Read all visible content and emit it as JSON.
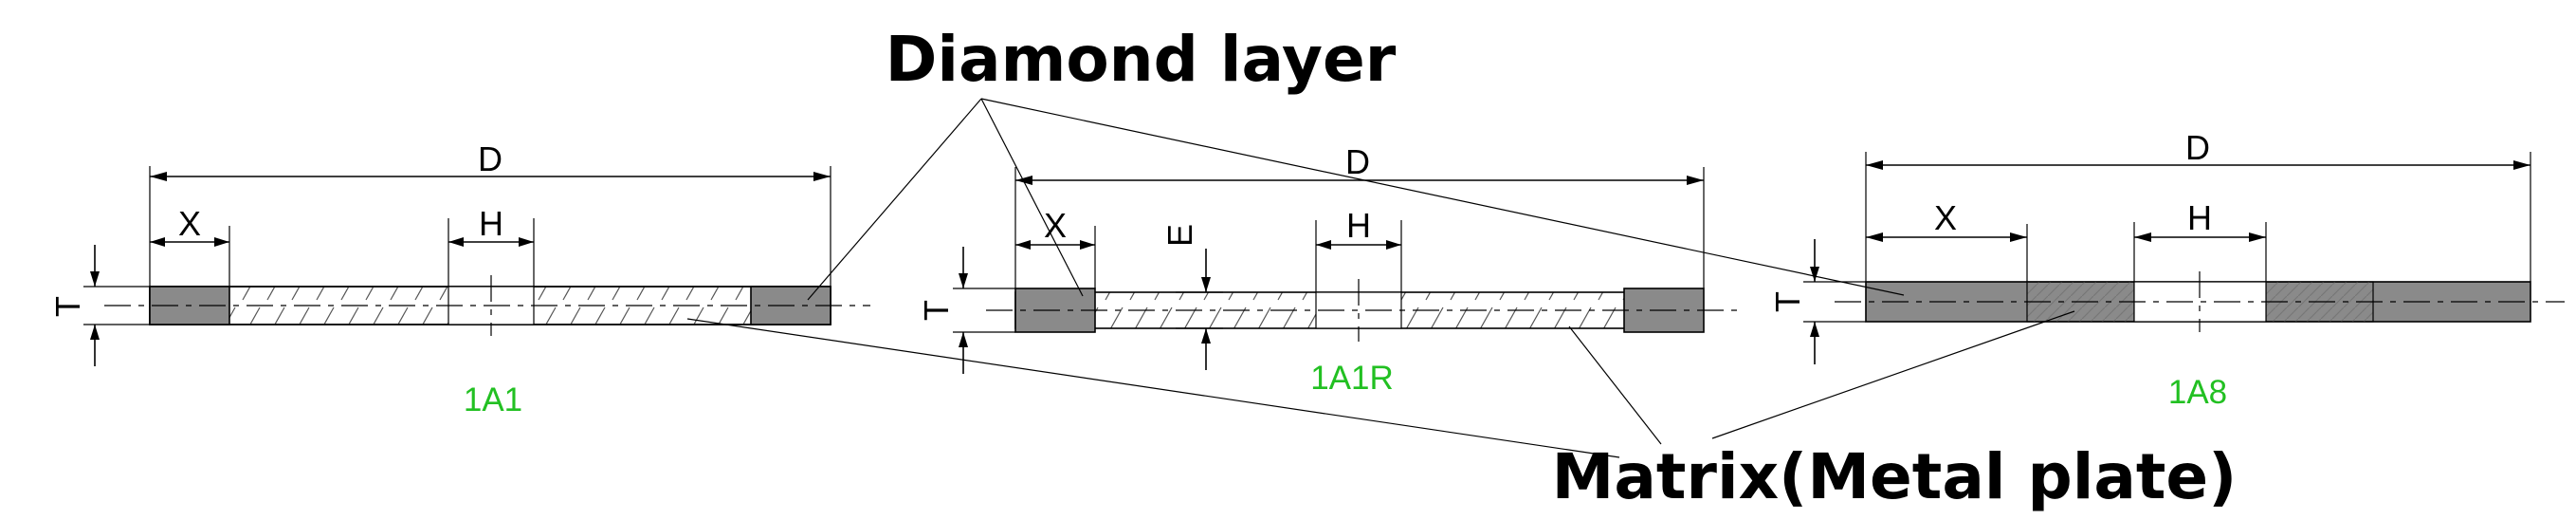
{
  "callouts": {
    "diamond_layer": "Diamond layer",
    "matrix": "Matrix(Metal plate)"
  },
  "wheels": [
    {
      "type": "1A1",
      "dims": {
        "D": "D",
        "X": "X",
        "H": "H",
        "T": "T"
      }
    },
    {
      "type": "1A1R",
      "dims": {
        "D": "D",
        "X": "X",
        "H": "H",
        "T": "T",
        "E": "E"
      }
    },
    {
      "type": "1A8",
      "dims": {
        "D": "D",
        "X": "X",
        "H": "H",
        "T": "T"
      }
    }
  ],
  "colors": {
    "diamond_layer": "#8a8a8a",
    "type_label": "#22c022",
    "line": "#000000"
  }
}
